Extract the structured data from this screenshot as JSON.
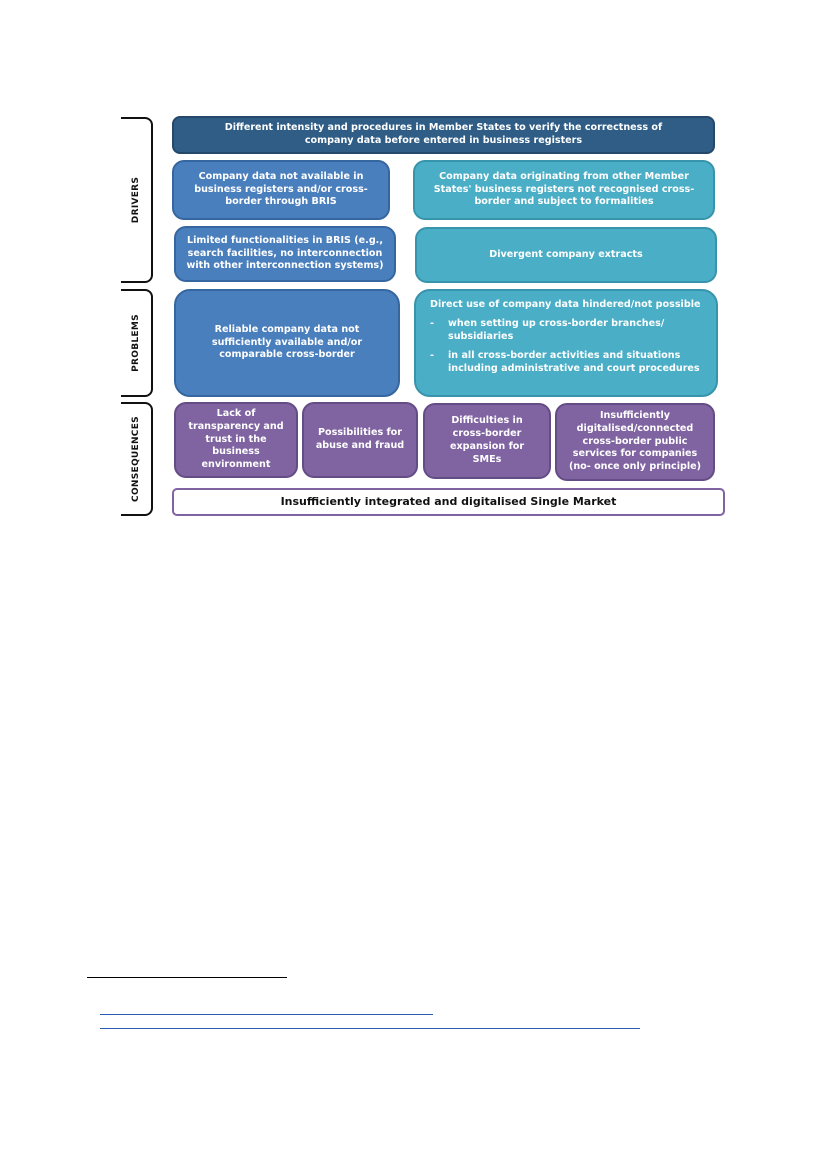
{
  "labels": {
    "drivers": "Drivers",
    "problems": "Problems",
    "consequences": "Consequences"
  },
  "drivers": {
    "top": "Different intensity and procedures in Member States to verify the correctness of company data before entered in business registers",
    "left_1": "Company data not available in business registers and/or cross-border through BRIS",
    "right_1": "Company data originating from other Member States' business registers not recognised cross-border and subject to formalities",
    "left_2": "Limited functionalities in BRIS (e.g., search facilities, no interconnection with other interconnection systems)",
    "right_2": "Divergent company extracts"
  },
  "problems": {
    "left": "Reliable company data not sufficiently available and/or comparable cross-border",
    "right_head": "Direct use of company data hindered/not possible",
    "bullets": [
      "when setting up cross-border branches/ subsidiaries",
      "in all cross-border activities and situations including administrative and court procedures"
    ],
    "dash": "-"
  },
  "consequences": {
    "items": [
      "Lack of transparency and trust in the business environment",
      "Possibilities for abuse and fraud",
      "Difficulties in cross-border expansion for SMEs",
      "Insufficiently digitalised/connected cross-border public services for companies (no- once only principle)"
    ],
    "bottom": "Insufficiently integrated and digitalised Single Market"
  },
  "colors": {
    "dark_blue": "#2f5d86",
    "blue": "#4a7fbe",
    "teal": "#4aaec6",
    "purple": "#8064a2"
  }
}
